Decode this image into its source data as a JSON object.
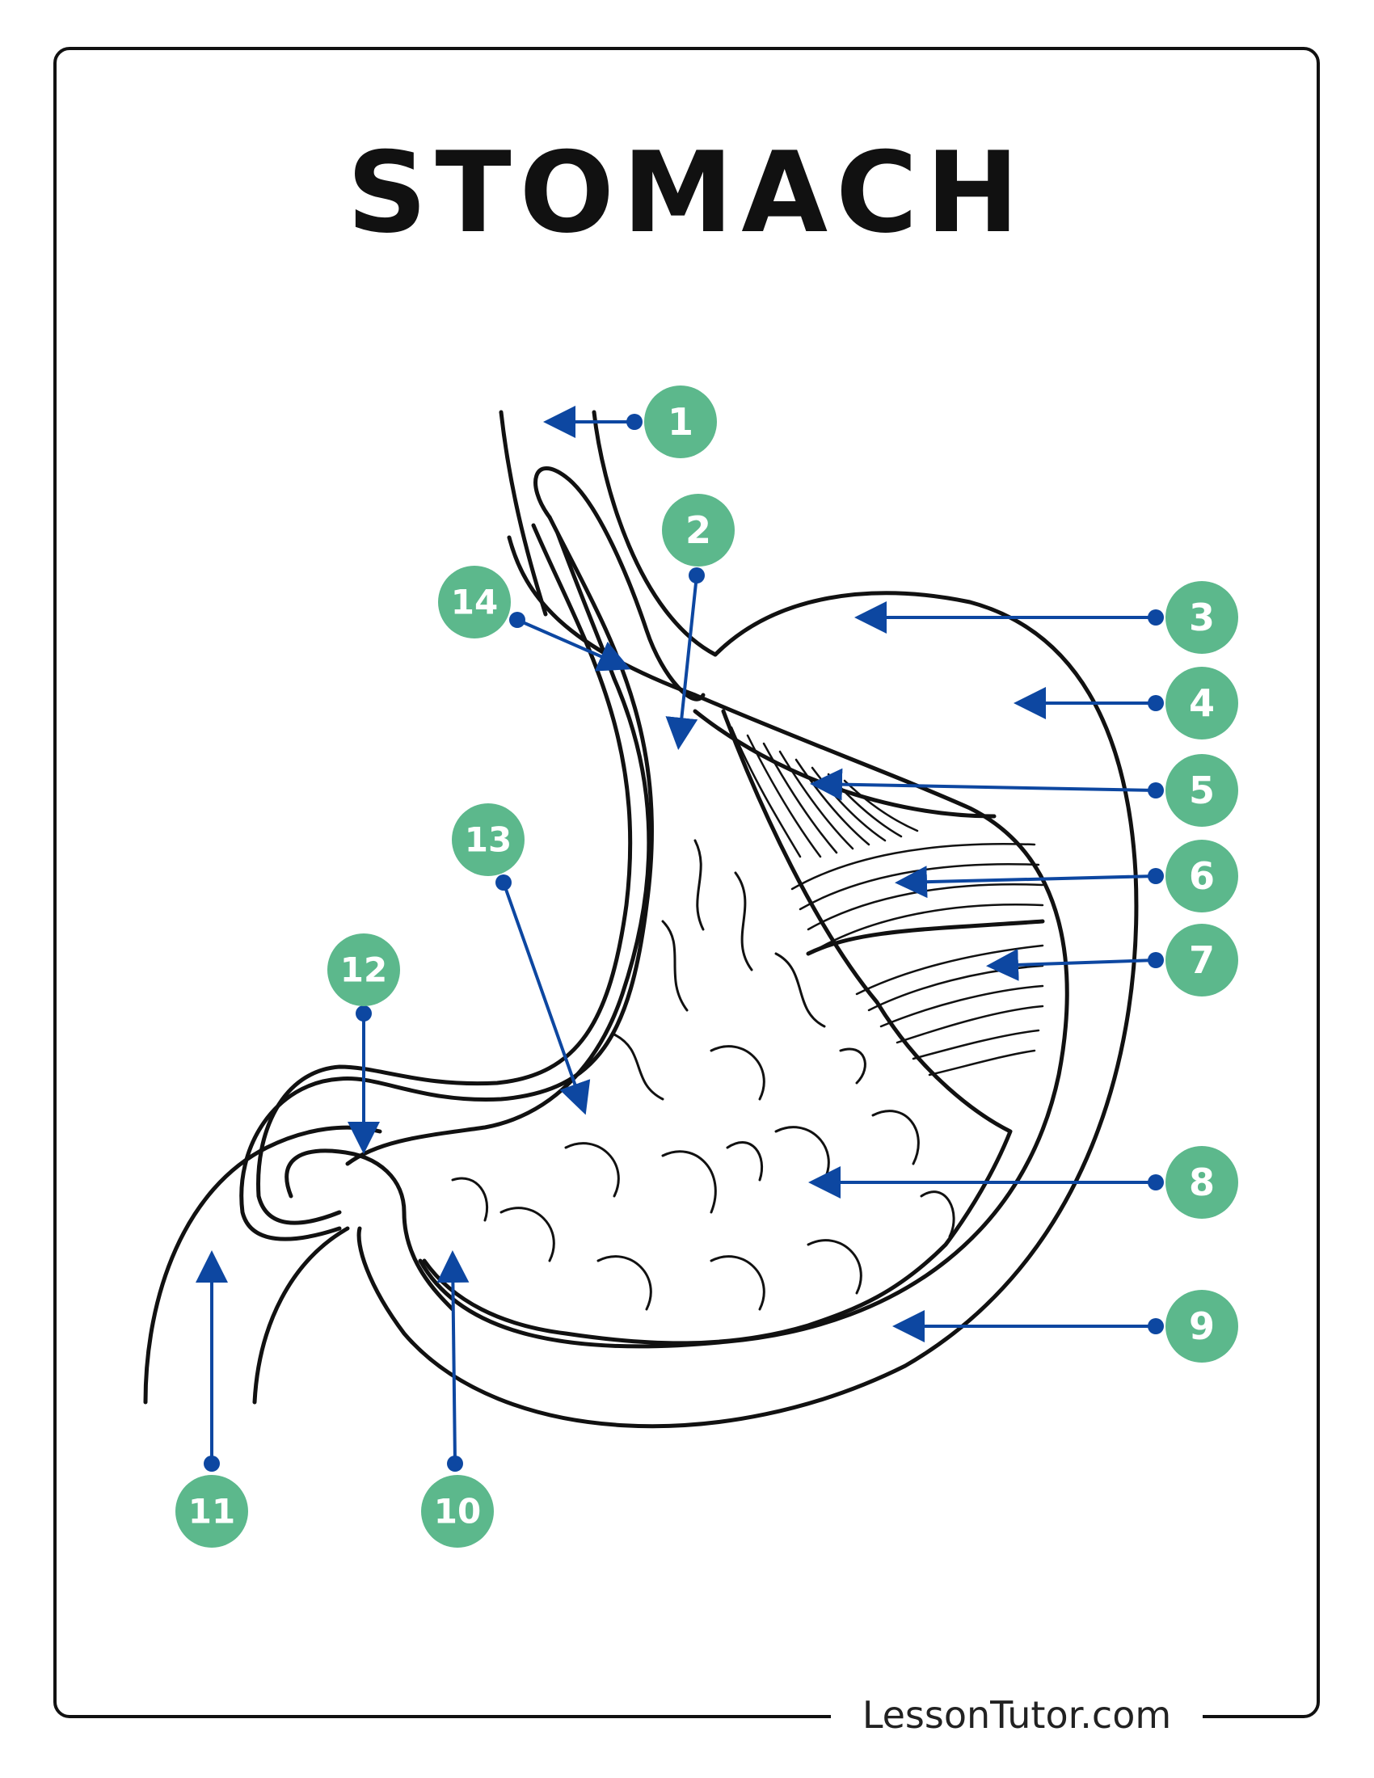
{
  "title": "STOMACH",
  "footer": "LessonTutor.com",
  "colors": {
    "label_badge": "#5cb88c",
    "leader_line": "#0d47a1",
    "outline": "#111111"
  },
  "labels": [
    "1",
    "2",
    "3",
    "4",
    "5",
    "6",
    "7",
    "8",
    "9",
    "10",
    "11",
    "12",
    "13",
    "14"
  ]
}
